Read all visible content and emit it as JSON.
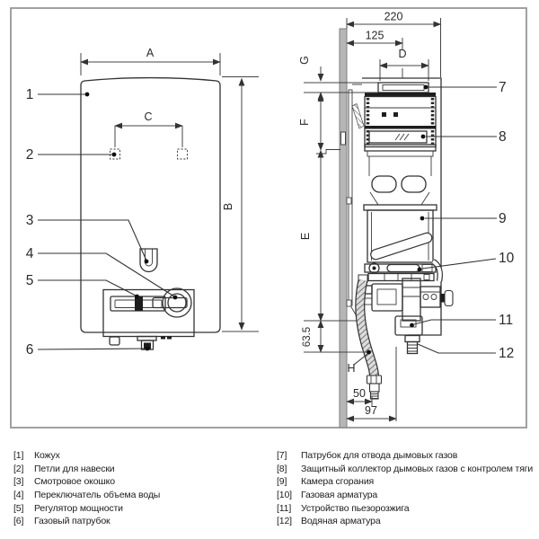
{
  "diagram": {
    "front_view": {
      "dim_labels": {
        "width": "A",
        "height": "B",
        "hook_spacing": "C"
      },
      "callouts": [
        "1",
        "2",
        "3",
        "4",
        "5",
        "6"
      ]
    },
    "side_view": {
      "dim_labels": {
        "depth": "220",
        "flue_offset": "125",
        "flue_diameter": "D",
        "collar_height": "G",
        "upper_section": "F",
        "middle_section": "E",
        "gas_connection_drop": "63.5",
        "hose_wall_offset": "50",
        "hose_front_offset": "97",
        "gas_hose": "H"
      },
      "callouts": [
        "7",
        "8",
        "9",
        "10",
        "11",
        "12"
      ]
    }
  },
  "legend": {
    "left": [
      {
        "num": "[1]",
        "label": "Кожух"
      },
      {
        "num": "[2]",
        "label": "Петли для навески"
      },
      {
        "num": "[3]",
        "label": "Смотровое окошко"
      },
      {
        "num": "[4]",
        "label": "Переключатель объема воды"
      },
      {
        "num": "[5]",
        "label": "Регулятор мощности"
      },
      {
        "num": "[6]",
        "label": "Газовый патрубок"
      }
    ],
    "right": [
      {
        "num": "[7]",
        "label": "Патрубок для отвода дымовых газов"
      },
      {
        "num": "[8]",
        "label": "Защитный коллектор дымовых газов с контролем тяги"
      },
      {
        "num": "[9]",
        "label": "Камера сгорания"
      },
      {
        "num": "[10]",
        "label": "Газовая арматура"
      },
      {
        "num": "[11]",
        "label": "Устройство пьезорозжига"
      },
      {
        "num": "[12]",
        "label": "Водяная арматура"
      }
    ]
  },
  "colors": {
    "line": "#2f2f2f",
    "wall_fill": "#b6b6b6",
    "frame_border": "#8f8f8f",
    "background": "#ffffff"
  }
}
